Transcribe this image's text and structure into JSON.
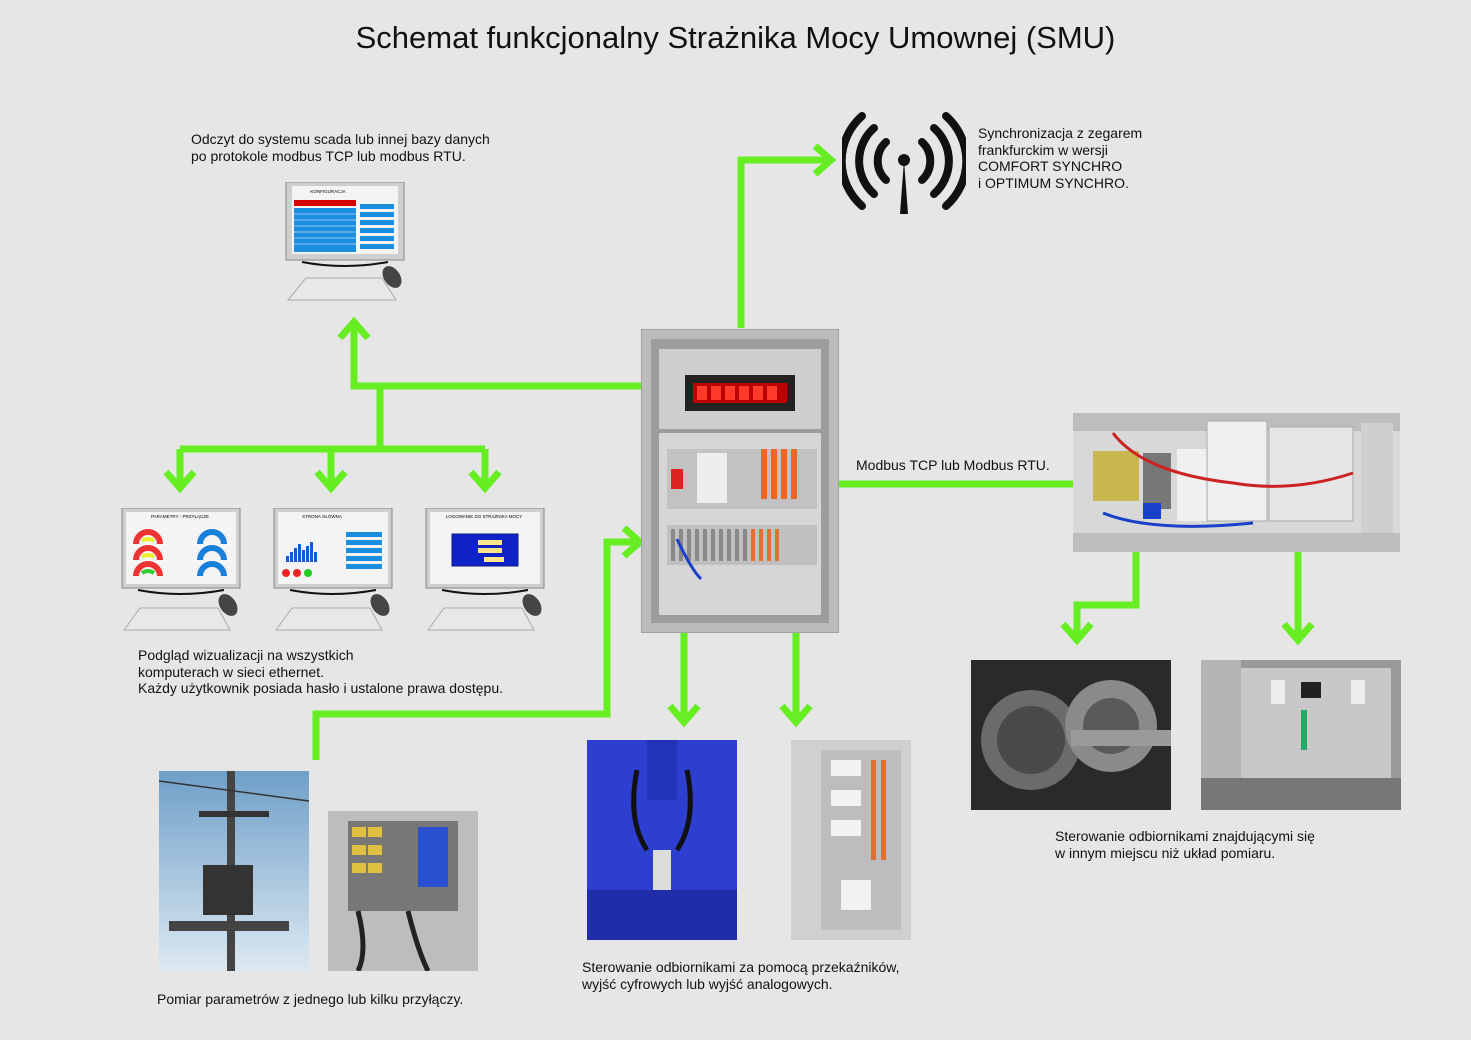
{
  "title": "Schemat funkcjonalny Strażnika Mocy Umownej (SMU)",
  "colors": {
    "wire": "#66ee22",
    "background": "#e6e6e6"
  },
  "captions": {
    "scada": [
      "Odczyt do systemu scada lub innej bazy danych",
      "po protokole modbus TCP lub modbus RTU."
    ],
    "sync": [
      "Synchronizacja z zegarem",
      "frankfurckim w wersji",
      "COMFORT SYNCHRO",
      "i OPTIMUM SYNCHRO."
    ],
    "modbus": "Modbus TCP lub Modbus RTU.",
    "visual": [
      "Podgląd wizualizacji na wszystkich",
      "komputerach w sieci ethernet.",
      "Każdy użytkownik posiada hasło i ustalone prawa dostępu."
    ],
    "remote": [
      "Sterowanie odbiornikami znajdującymi się",
      "w innym miejscu niż układ pomiaru."
    ],
    "relay": [
      "Sterowanie odbiornikami za pomocą przekaźników,",
      "wyjść cyfrowych lub wyjść analogowych."
    ],
    "measure": "Pomiar parametrów z jednego lub kilku przyłączy."
  },
  "icons": {
    "antenna": "wireless-antenna-icon",
    "computer": "desktop-computer-icon"
  },
  "screens": {
    "scada_title": "KONFIGURACJA",
    "params_title": "PARAMETRY - PRZYŁĄCZE",
    "main_title": "STRONA GŁÓWNA",
    "login_title": "LOGOWANIE DO STRAŻNIKA MOCY"
  }
}
